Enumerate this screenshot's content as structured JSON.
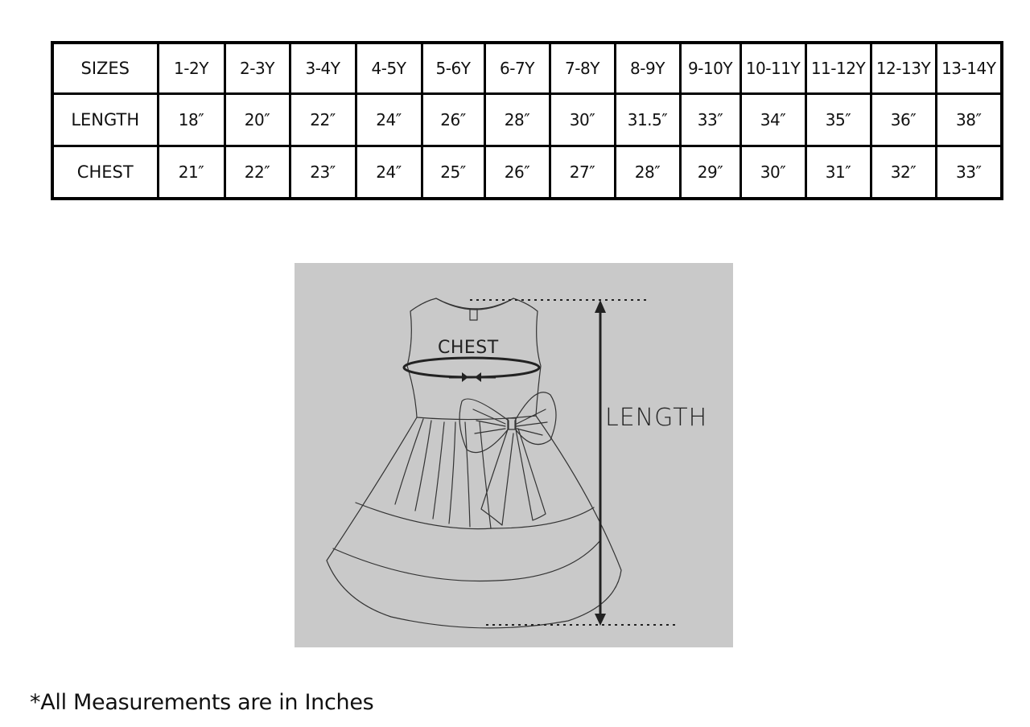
{
  "size_chart": {
    "rows": [
      {
        "label": "SIZES",
        "cells": [
          "1-2Y",
          "2-3Y",
          "3-4Y",
          "4-5Y",
          "5-6Y",
          "6-7Y",
          "7-8Y",
          "8-9Y",
          "9-10Y",
          "10-11Y",
          "11-12Y",
          "12-13Y",
          "13-14Y"
        ]
      },
      {
        "label": "LENGTH",
        "cells": [
          "18″",
          "20″",
          "22″",
          "24″",
          "26″",
          "28″",
          "30″",
          "31.5″",
          "33″",
          "34″",
          "35″",
          "36″",
          "38″"
        ]
      },
      {
        "label": "CHEST",
        "cells": [
          "21″",
          "22″",
          "23″",
          "24″",
          "25″",
          "26″",
          "27″",
          "28″",
          "29″",
          "30″",
          "31″",
          "32″",
          "33″"
        ]
      }
    ]
  },
  "illustration": {
    "chest_label": "CHEST",
    "length_label": "LENGTH",
    "background_color": "#c9c9c9"
  },
  "footnote": "*All Measurements are in Inches"
}
